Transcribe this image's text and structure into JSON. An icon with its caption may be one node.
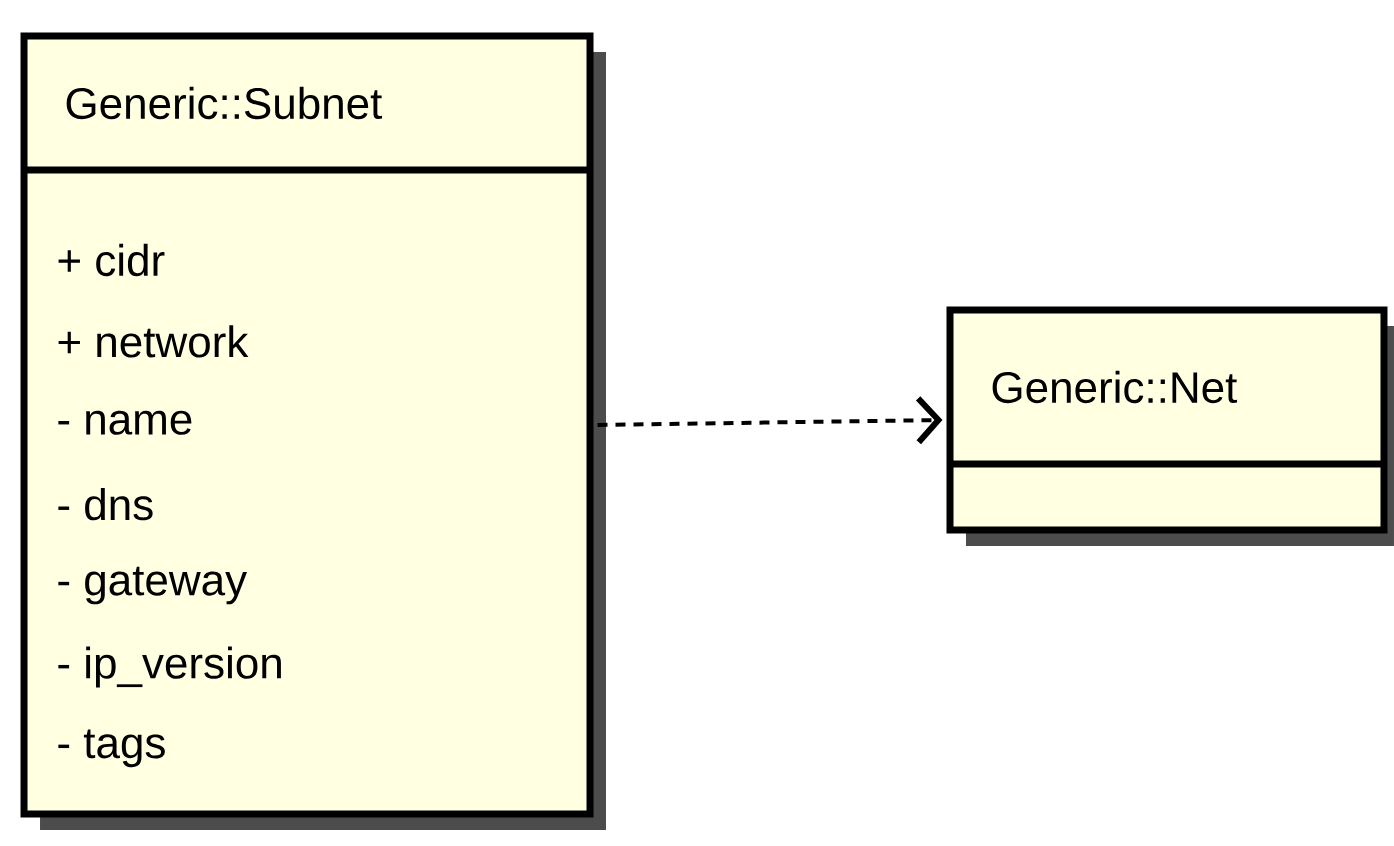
{
  "diagram": {
    "nodes": [
      {
        "text": [
          "Generic::Subnet",
          "+ cidr",
          "+ network",
          "- name",
          "- dns",
          "- gateway",
          "- ip_version",
          "- tags"
        ]
      },
      {
        "text": [
          "Generic::Net"
        ]
      }
    ],
    "edges": [
      {
        "from": 0,
        "to": 1,
        "arrow": "to",
        "style": "dashed"
      }
    ]
  }
}
